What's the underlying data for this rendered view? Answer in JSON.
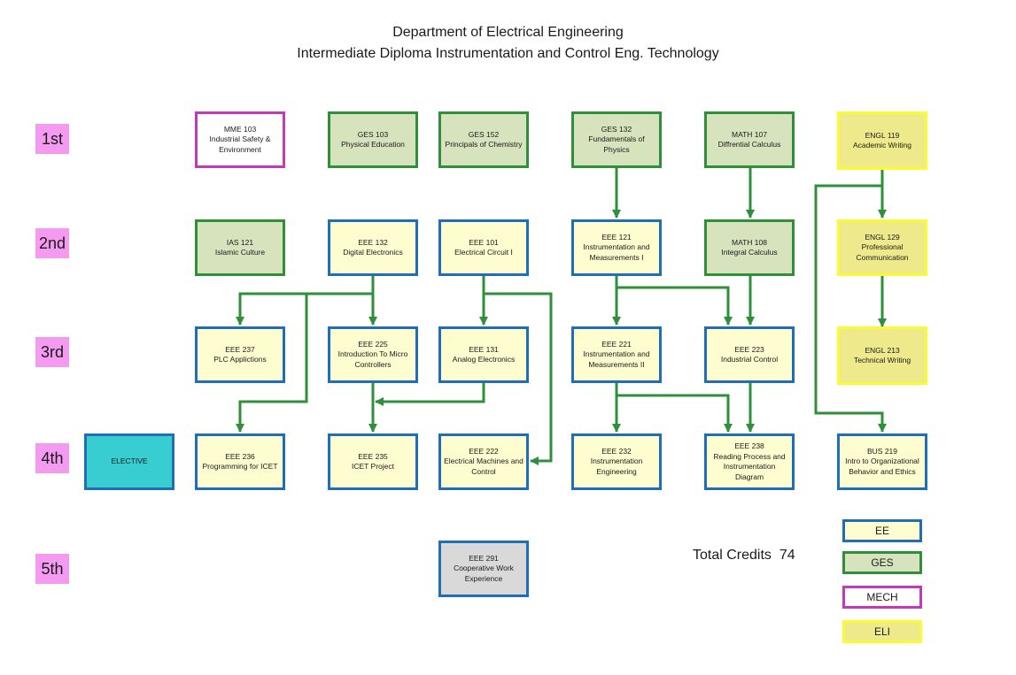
{
  "header": {
    "department": "Department of Electrical Engineering",
    "program": "Intermediate Diploma Instrumentation and Control Eng. Technology"
  },
  "semesters": [
    "1st",
    "2nd",
    "3rd",
    "4th",
    "5th"
  ],
  "courses": {
    "mme103": {
      "code": "MME 103",
      "name": "Industrial Safety & Environment",
      "category": "MECH"
    },
    "ges103": {
      "code": "GES 103",
      "name": "Physical Education",
      "category": "GES"
    },
    "ges152": {
      "code": "GES 152",
      "name": "Principals of Chemistry",
      "category": "GES"
    },
    "ges132": {
      "code": "GES 132",
      "name": "Fundamentals of Physics",
      "category": "GES"
    },
    "math107": {
      "code": "MATH 107",
      "name": "Diffrential Calculus",
      "category": "GES"
    },
    "engl119": {
      "code": "ENGL 119",
      "name": "Academic Writing",
      "category": "ELI"
    },
    "ias121": {
      "code": "IAS 121",
      "name": "Islamic Culture",
      "category": "GES"
    },
    "eee132": {
      "code": "EEE 132",
      "name": "Digital Electronics",
      "category": "EE"
    },
    "eee101": {
      "code": "EEE 101",
      "name": "Electrical Circuit I",
      "category": "EE"
    },
    "eee121": {
      "code": "EEE 121",
      "name": "Instrumentation and Measurements I",
      "category": "EE"
    },
    "math108": {
      "code": "MATH 108",
      "name": "Integral Calculus",
      "category": "GES"
    },
    "engl129": {
      "code": "ENGL 129",
      "name": "Professional Communication",
      "category": "ELI"
    },
    "eee237": {
      "code": "EEE 237",
      "name": "PLC Applictions",
      "category": "EE"
    },
    "eee225": {
      "code": "EEE 225",
      "name": "Introduction To Micro Controllers",
      "category": "EE"
    },
    "eee131": {
      "code": "EEE 131",
      "name": "Analog Electronics",
      "category": "EE"
    },
    "eee221": {
      "code": "EEE 221",
      "name": "Instrumentation and Measurements II",
      "category": "EE"
    },
    "eee223": {
      "code": "EEE 223",
      "name": "Industrial Control",
      "category": "EE"
    },
    "engl213": {
      "code": "ENGL 213",
      "name": "Technical Writing",
      "category": "ELI"
    },
    "elective": {
      "code": "",
      "name": "ELECTIVE",
      "category": "ELECTIVE"
    },
    "eee236": {
      "code": "EEE 236",
      "name": "Programming for ICET",
      "category": "EE"
    },
    "eee235": {
      "code": "EEE 235",
      "name": "ICET Project",
      "category": "EE"
    },
    "eee222": {
      "code": "EEE 222",
      "name": "Electrical Machines and Control",
      "category": "EE"
    },
    "eee232": {
      "code": "EEE 232",
      "name": "Instrumentation Engineering",
      "category": "EE"
    },
    "eee238": {
      "code": "EEE 238",
      "name": "Reading Process and Instrumentation Diagram",
      "category": "EE"
    },
    "bus219": {
      "code": "BUS 219",
      "name": "Intro to Organizational Behavior and Ethics",
      "category": "EE"
    },
    "eee291": {
      "code": "EEE 291",
      "name": "Cooperative Work Experience",
      "category": "EE"
    }
  },
  "prerequisites": [
    {
      "from": "GES 132",
      "to": "EEE 121"
    },
    {
      "from": "MATH 107",
      "to": "MATH 108"
    },
    {
      "from": "ENGL 119",
      "to": "ENGL 129"
    },
    {
      "from": "ENGL 119",
      "to": "BUS 219"
    },
    {
      "from": "EEE 132",
      "to": "EEE 237"
    },
    {
      "from": "EEE 132",
      "to": "EEE 225"
    },
    {
      "from": "EEE 132",
      "to": "EEE 236"
    },
    {
      "from": "EEE 101",
      "to": "EEE 131"
    },
    {
      "from": "EEE 101",
      "to": "EEE 222"
    },
    {
      "from": "EEE 121",
      "to": "EEE 221"
    },
    {
      "from": "EEE 121",
      "to": "EEE 223"
    },
    {
      "from": "MATH 108",
      "to": "EEE 223"
    },
    {
      "from": "ENGL 129",
      "to": "ENGL 213"
    },
    {
      "from": "EEE 225",
      "to": "EEE 235"
    },
    {
      "from": "EEE 131",
      "to": "EEE 235"
    },
    {
      "from": "EEE 221",
      "to": "EEE 232"
    },
    {
      "from": "EEE 221",
      "to": "EEE 238"
    },
    {
      "from": "EEE 223",
      "to": "EEE 238"
    }
  ],
  "legend": {
    "ee": "EE",
    "ges": "GES",
    "mech": "MECH",
    "eli": "ELI"
  },
  "total_credits_label": "Total Credits",
  "total_credits": "74",
  "colors": {
    "ee_border": "#1f6fb8",
    "ee_fill": "#fefdd0",
    "ges_border": "#2f8f3b",
    "ges_fill": "#d6e3bd",
    "mech_border": "#c23ab8",
    "eli_border": "#fbfb35",
    "eli_fill": "#eeea8c",
    "elective_fill": "#38cdd0",
    "coop_fill": "#d9d9d9",
    "arrow": "#2f8f3b",
    "semester_label": "#f49bf1"
  }
}
